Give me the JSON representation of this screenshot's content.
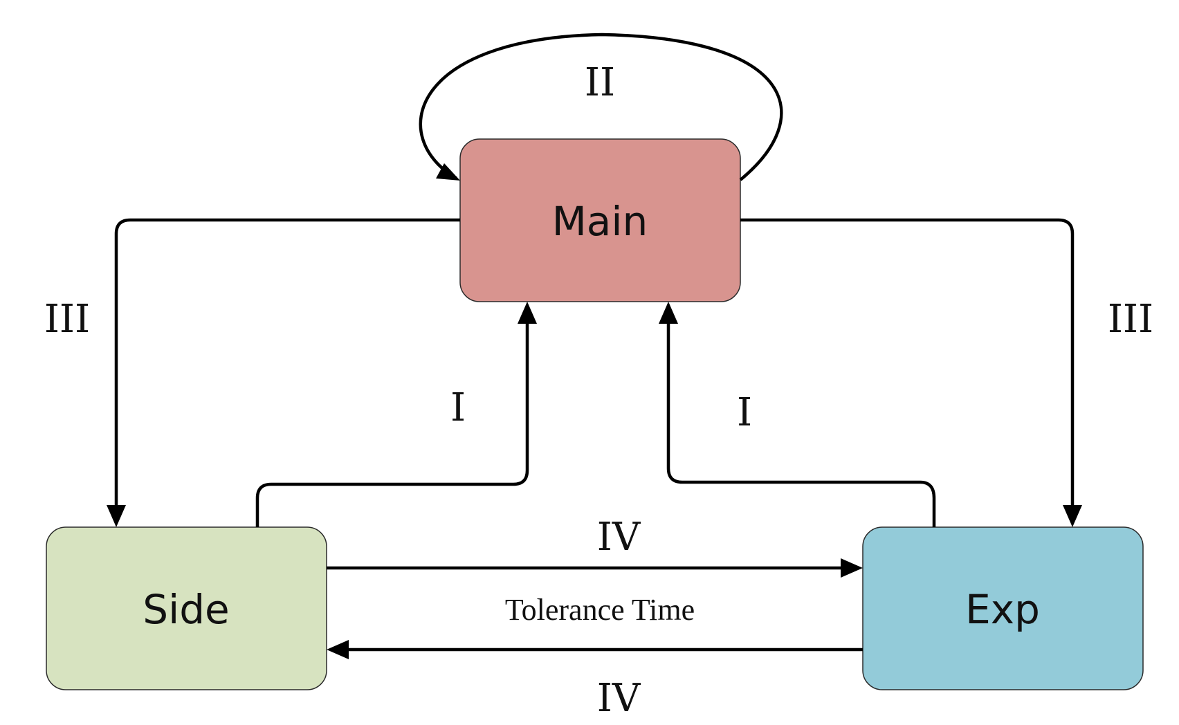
{
  "nodes": {
    "main": {
      "label": "Main",
      "color": "#d8948f"
    },
    "side": {
      "label": "Side",
      "color": "#d7e3c0"
    },
    "exp": {
      "label": "Exp",
      "color": "#93cbd9"
    }
  },
  "edge_labels": {
    "self_loop_main": "II",
    "main_to_side": "III",
    "main_to_exp": "III",
    "side_to_main": "I",
    "exp_to_main": "I",
    "side_to_exp": "IV",
    "exp_to_side": "IV"
  },
  "caption": "Tolerance Time"
}
